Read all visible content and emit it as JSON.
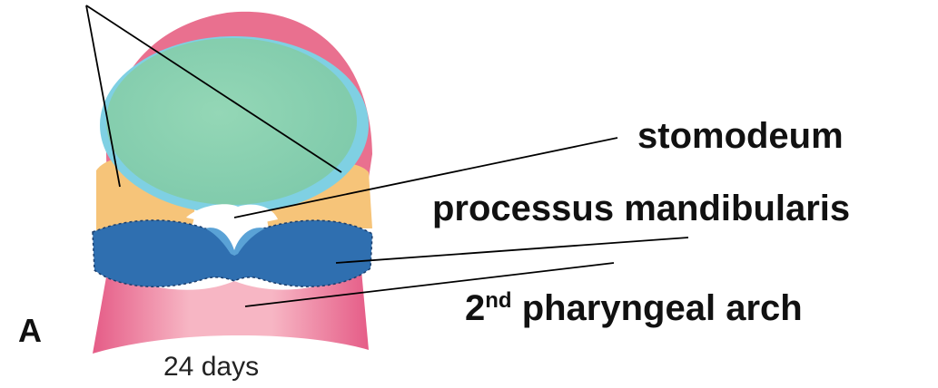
{
  "figure": {
    "panel_letter": "A",
    "age_caption": "24 days",
    "labels": {
      "stomodeum": "stomodeum",
      "mandibular": "processus mandibularis",
      "arch_ordinal": "2",
      "arch_ordinal_suffix": "nd",
      "arch_text": " pharyngeal arch"
    },
    "colors": {
      "frontonasal_pink": "#e9708f",
      "forebrain_green": "#86cfb0",
      "forebrain_rim_blue": "#7fd0e3",
      "maxillary_yellow": "#f6c479",
      "mandibular_blue": "#2f6fb0",
      "mandibular_highlight": "#5aa2d6",
      "arch_pink": "#f4a3b8",
      "arch_pink_dark": "#e45b86"
    }
  }
}
